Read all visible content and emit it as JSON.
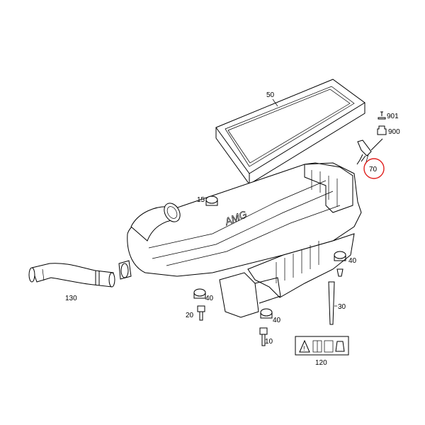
{
  "diagram": {
    "callouts": [
      {
        "id": "50",
        "label": "50"
      },
      {
        "id": "901",
        "label": "901"
      },
      {
        "id": "900",
        "label": "900"
      },
      {
        "id": "70",
        "label": "70",
        "highlighted": true
      },
      {
        "id": "15",
        "label": "15"
      },
      {
        "id": "40a",
        "label": "40"
      },
      {
        "id": "40b",
        "label": "40"
      },
      {
        "id": "40c",
        "label": "40"
      },
      {
        "id": "130",
        "label": "130"
      },
      {
        "id": "20",
        "label": "20"
      },
      {
        "id": "30",
        "label": "30"
      },
      {
        "id": "10",
        "label": "10"
      },
      {
        "id": "120",
        "label": "120"
      }
    ],
    "highlight_color": "#e0201e"
  }
}
